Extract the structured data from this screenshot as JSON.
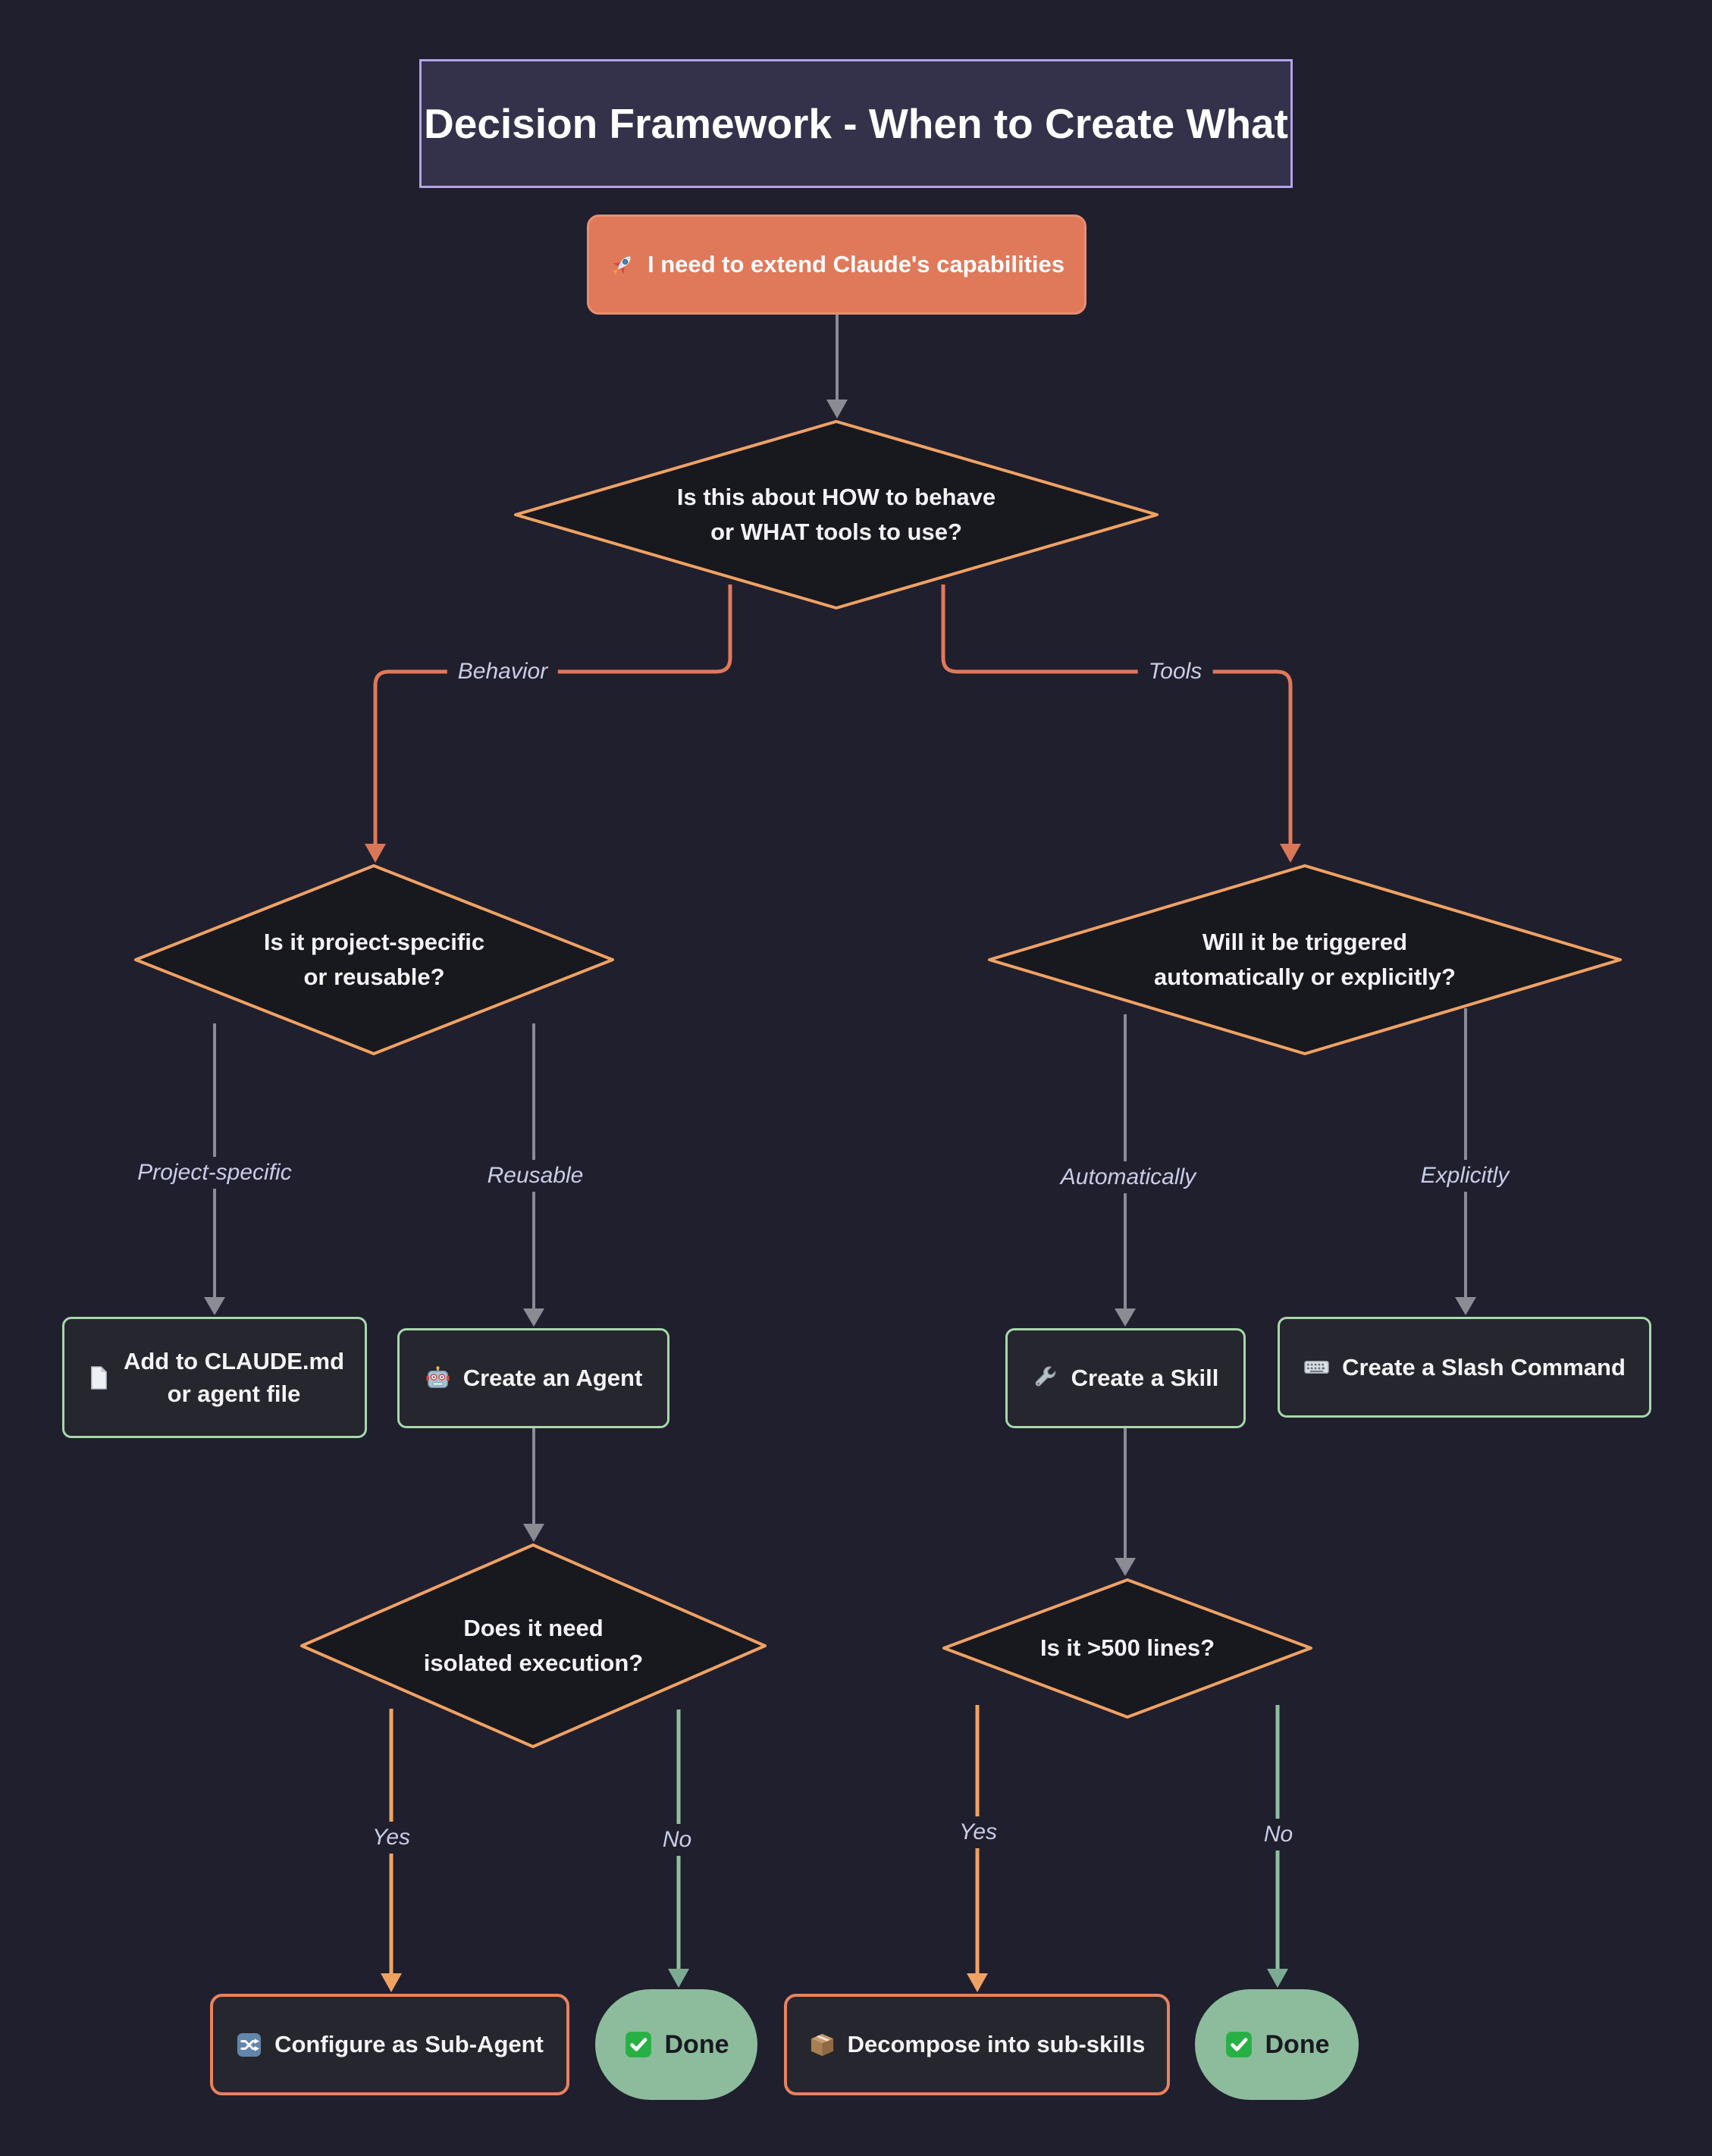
{
  "title": "Decision Framework - When to Create What",
  "palette": {
    "background": "#201f2e",
    "title_fill": "#33324a",
    "title_border": "#b6a3e8",
    "diamond_fill": "#18181f",
    "diamond_border": "#f0a263",
    "result_box_fill": "#26262f",
    "result_box_border": "#a8d8ab",
    "start_node_fill": "#e0795a",
    "orange_box_border": "#e8825f",
    "done_fill": "#8cbc9c",
    "gray_edge": "#8b8b94",
    "salmon_edge": "#e0795a",
    "yes_edge": "#f0a263",
    "no_edge": "#8fbf9f",
    "edge_label_color": "#c9cde6"
  },
  "nodes": {
    "start": {
      "icon": "rocket",
      "label": "I need to extend Claude's capabilities"
    },
    "q_behavior_tools": {
      "line1": "Is this about HOW to behave",
      "line2": "or WHAT tools to use?"
    },
    "q_project_reusable": {
      "line1": "Is it project-specific",
      "line2": "or reusable?"
    },
    "q_trigger": {
      "line1": "Will it be triggered",
      "line2": "automatically or explicitly?"
    },
    "q_isolated": {
      "line1": "Does it need",
      "line2": "isolated execution?"
    },
    "q_500_lines": {
      "line1": "Is it >500 lines?"
    },
    "claude_md": {
      "icon": "document",
      "line1": "Add to CLAUDE.md",
      "line2": "or agent file"
    },
    "agent": {
      "icon": "robot",
      "label": "Create an Agent"
    },
    "skill": {
      "icon": "wrench",
      "label": "Create a Skill"
    },
    "slash_command": {
      "icon": "keyboard",
      "label": "Create a Slash Command"
    },
    "sub_agent": {
      "icon": "shuffle",
      "label": "Configure as Sub-Agent"
    },
    "done_left": {
      "icon": "check",
      "label": "Done"
    },
    "decompose": {
      "icon": "package",
      "label": "Decompose into sub-skills"
    },
    "done_right": {
      "icon": "check",
      "label": "Done"
    }
  },
  "edge_labels": {
    "behavior": "Behavior",
    "tools": "Tools",
    "project_specific": "Project-specific",
    "reusable": "Reusable",
    "automatically": "Automatically",
    "explicitly": "Explicitly",
    "yes_left": "Yes",
    "no_left": "No",
    "yes_right": "Yes",
    "no_right": "No"
  }
}
